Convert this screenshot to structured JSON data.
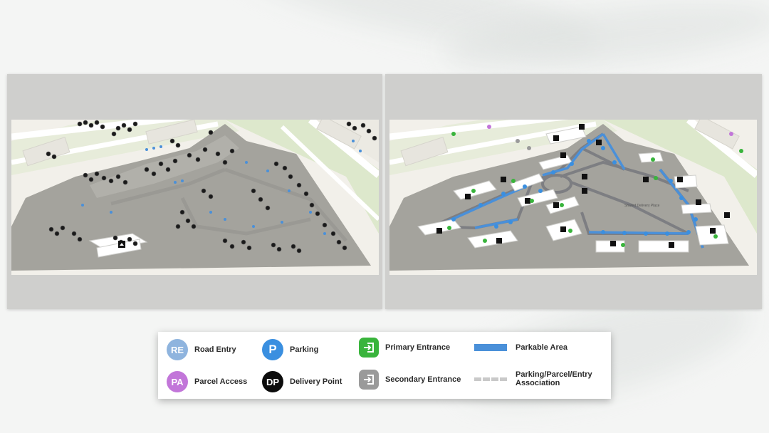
{
  "legend": {
    "road_entry": {
      "abbr": "RE",
      "label": "Road Entry",
      "color": "#8fb4de"
    },
    "parcel_access": {
      "abbr": "PA",
      "label": "Parcel Access",
      "color": "#c276d9"
    },
    "parking": {
      "abbr": "P",
      "label": "Parking",
      "color": "#3a8fe0"
    },
    "delivery_point": {
      "abbr": "DP",
      "label": "Delivery Point",
      "color": "#0c0c0c"
    },
    "primary_entrance": {
      "label": "Primary Entrance",
      "color": "#39b43c"
    },
    "secondary_entrance": {
      "label": "Secondary Entrance",
      "color": "#9a9a9a"
    },
    "parkable_area": {
      "label": "Parkable Area",
      "color": "#4a90d9"
    },
    "association": {
      "label": "Parking/Parcel/Entry Association",
      "color": "#c9c9c9"
    }
  },
  "maps": {
    "right_place_label": "Shared Delivery Place"
  },
  "icons": [
    "entrance-arrow-icon",
    "home-icon",
    "parking-icon"
  ]
}
